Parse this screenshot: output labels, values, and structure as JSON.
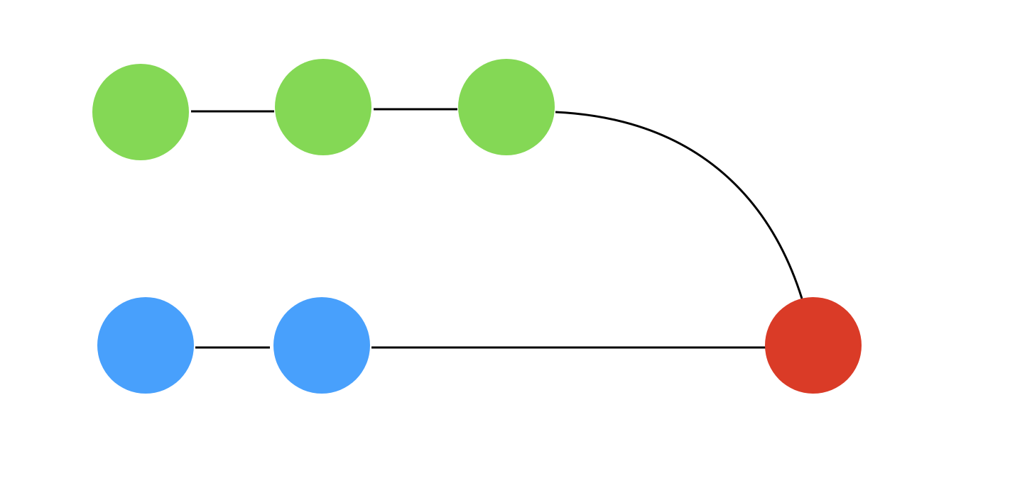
{
  "diagram": {
    "background": "#ffffff",
    "edge_color": "#000000",
    "node_colors": {
      "green": "#84d855",
      "blue": "#48a0fc",
      "red": "#da3b27"
    },
    "nodes": [
      {
        "id": "g1",
        "color_key": "green"
      },
      {
        "id": "g2",
        "color_key": "green"
      },
      {
        "id": "g3",
        "color_key": "green"
      },
      {
        "id": "b1",
        "color_key": "blue"
      },
      {
        "id": "b2",
        "color_key": "blue"
      },
      {
        "id": "r1",
        "color_key": "red"
      }
    ],
    "edges": [
      {
        "id": "e-g1-g2",
        "from": "g1",
        "to": "g2",
        "style": "straight"
      },
      {
        "id": "e-g2-g3",
        "from": "g2",
        "to": "g3",
        "style": "straight"
      },
      {
        "id": "e-g3-r1",
        "from": "g3",
        "to": "r1",
        "style": "curved"
      },
      {
        "id": "e-b1-b2",
        "from": "b1",
        "to": "b2",
        "style": "straight"
      },
      {
        "id": "e-b2-r1",
        "from": "b2",
        "to": "r1",
        "style": "straight"
      }
    ]
  }
}
